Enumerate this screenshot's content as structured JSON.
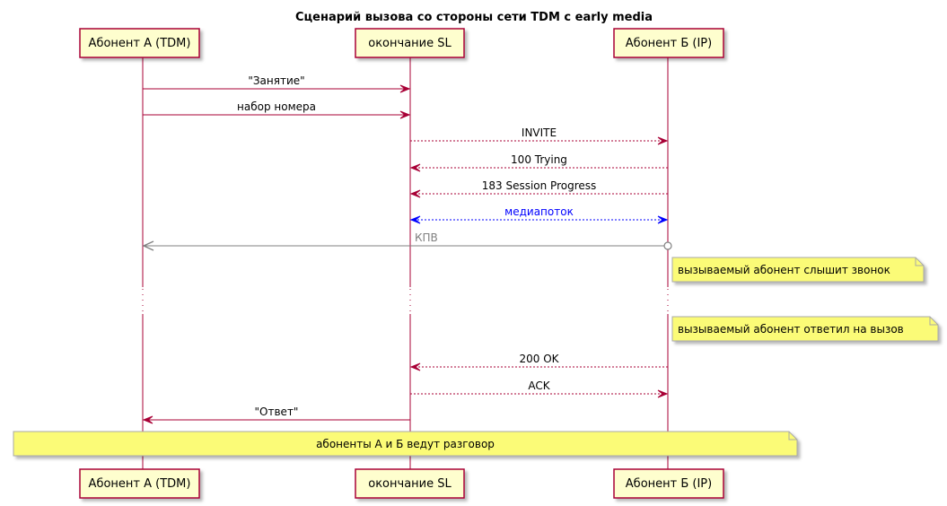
{
  "title": "Сценарий вызова со стороны сети TDM с early media",
  "participants": [
    {
      "id": "a",
      "label": "Абонент А (TDM)"
    },
    {
      "id": "sl",
      "label": "окончание SL"
    },
    {
      "id": "b",
      "label": "Абонент Б (IP)"
    }
  ],
  "messages": [
    {
      "id": "busy",
      "from": "a",
      "to": "sl",
      "label": "\"Занятие\"",
      "style": "solid",
      "color": "#A80036",
      "label_color": "#000000",
      "head": "arrow"
    },
    {
      "id": "dial",
      "from": "a",
      "to": "sl",
      "label": "набор номера",
      "style": "solid",
      "color": "#A80036",
      "label_color": "#000000",
      "head": "arrow"
    },
    {
      "id": "invite",
      "from": "sl",
      "to": "b",
      "label": "INVITE",
      "style": "dashed",
      "color": "#A80036",
      "label_color": "#000000",
      "head": "arrow"
    },
    {
      "id": "trying",
      "from": "b",
      "to": "sl",
      "label": "100 Trying",
      "style": "dashed",
      "color": "#A80036",
      "label_color": "#000000",
      "head": "arrow"
    },
    {
      "id": "progress",
      "from": "b",
      "to": "sl",
      "label": "183 Session Progress",
      "style": "dashed",
      "color": "#A80036",
      "label_color": "#000000",
      "head": "arrow"
    },
    {
      "id": "media",
      "from": "sl",
      "to": "b",
      "label": "медиапоток",
      "style": "dashed",
      "color": "#0000FF",
      "label_color": "#0000FF",
      "head": "both"
    },
    {
      "id": "kpv",
      "from": "b",
      "to": "a",
      "label": "КПВ",
      "style": "solid",
      "color": "#808080",
      "label_color": "#808080",
      "head": "arrow",
      "tail": "circle"
    },
    {
      "id": "ok",
      "from": "b",
      "to": "sl",
      "label": "200 OK",
      "style": "dashed",
      "color": "#A80036",
      "label_color": "#000000",
      "head": "arrow"
    },
    {
      "id": "ack",
      "from": "sl",
      "to": "b",
      "label": "ACK",
      "style": "dashed",
      "color": "#A80036",
      "label_color": "#000000",
      "head": "arrow"
    },
    {
      "id": "answer",
      "from": "sl",
      "to": "a",
      "label": "\"Ответ\"",
      "style": "solid",
      "color": "#A80036",
      "label_color": "#000000",
      "head": "arrow"
    }
  ],
  "notes": [
    {
      "id": "ringing",
      "text": "вызываемый абонент слышит звонок"
    },
    {
      "id": "answered",
      "text": "вызываемый абонент ответил на вызов"
    },
    {
      "id": "talking",
      "text": "абоненты А и Б ведут разговор"
    }
  ],
  "colors": {
    "lifeline": "#A80036",
    "participant_fill": "#FEFECE",
    "participant_border": "#A80036",
    "note_fill": "#FBFB77",
    "note_border": "#A8A8A8"
  }
}
